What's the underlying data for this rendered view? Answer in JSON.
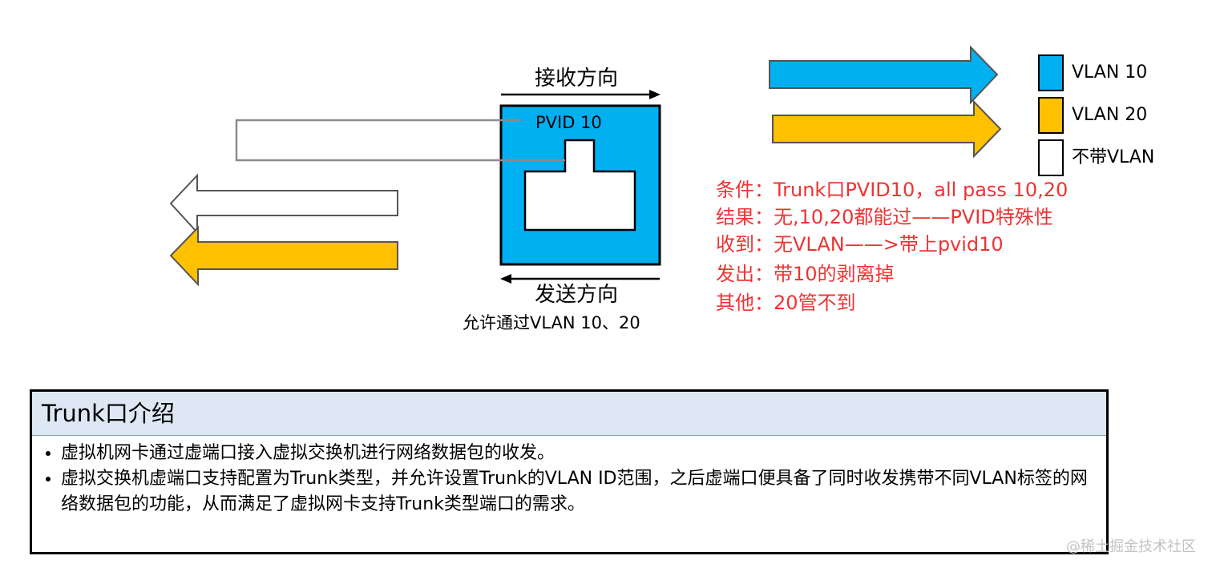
{
  "diagram": {
    "receive_label": "接收方向",
    "send_label": "发送方向",
    "port_pvid_label": "PVID 10",
    "allow_label": "允许通过VLAN 10、20"
  },
  "legend": {
    "items": [
      {
        "label": "VLAN 10",
        "color": "#00b0f0"
      },
      {
        "label": "VLAN 20",
        "color": "#ffc000"
      },
      {
        "label": "不带VLAN",
        "color": "#ffffff"
      }
    ]
  },
  "conditions": [
    "条件：Trunk口PVID10，all pass 10,20",
    "结果：无,10,20都能过——PVID特殊性",
    "收到：无VLAN——>带上pvid10",
    "发出：带10的剥离掉",
    "其他：20管不到"
  ],
  "intro": {
    "title": "Trunk口介绍",
    "bullets": [
      "虚拟机网卡通过虚端口接入虚拟交换机进行网络数据包的收发。",
      "虚拟交换机虚端口支持配置为Trunk类型，并允许设置Trunk的VLAN ID范围，之后虚端口便具备了同时收发携带不同VLAN标签的网络数据包的功能，从而满足了虚拟网卡支持Trunk类型端口的需求。"
    ]
  },
  "watermark": "@稀土掘金技术社区"
}
